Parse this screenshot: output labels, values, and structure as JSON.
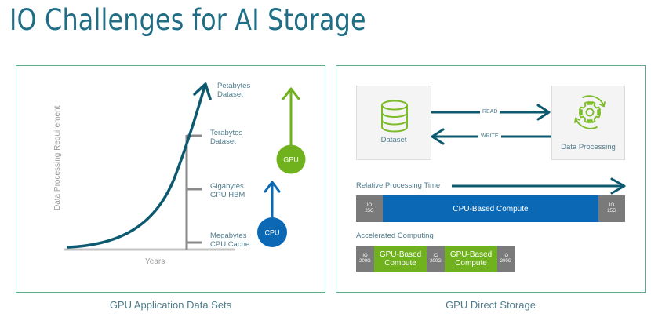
{
  "title": "IO Challenges for AI Storage",
  "colors": {
    "title": "#1f6e86",
    "frame": "#5bac86",
    "curve": "#0d5a70",
    "bracket": "#8a8a8a",
    "gpu_green": "#6fb21d",
    "cpu_blue": "#0a68b4",
    "io_gray": "#7a7a7a"
  },
  "left_panel": {
    "caption": "GPU Application Data Sets",
    "y_axis_label": "Data Processing Requirement",
    "x_axis_label": "Years",
    "levels": [
      {
        "line1": "Petabytes",
        "line2": "Dataset"
      },
      {
        "line1": "Terabytes",
        "line2": "Dataset"
      },
      {
        "line1": "Gigabytes",
        "line2": "GPU HBM"
      },
      {
        "line1": "Megabytes",
        "line2": "CPU Cache"
      }
    ],
    "gpu_badge": "GPU",
    "cpu_badge": "CPU"
  },
  "right_panel": {
    "caption": "GPU Direct Storage",
    "dataset_label": "Dataset",
    "processing_label": "Data Processing",
    "read_label": "READ",
    "write_label": "WRITE",
    "relative_time_label": "Relative Processing Time",
    "cpu_bar": {
      "io_left": {
        "line1": "IO",
        "line2": "25G"
      },
      "compute": "CPU-Based Compute",
      "io_right": {
        "line1": "IO",
        "line2": "25G"
      }
    },
    "accelerated_label": "Accelerated Computing",
    "gpu_bar": {
      "segments": [
        {
          "type": "io",
          "line1": "IO",
          "line2": "200G"
        },
        {
          "type": "gpu",
          "line1": "GPU-Based",
          "line2": "Compute"
        },
        {
          "type": "io",
          "line1": "IO",
          "line2": "200G"
        },
        {
          "type": "gpu",
          "line1": "GPU-Based",
          "line2": "Compute"
        },
        {
          "type": "io",
          "line1": "IO",
          "line2": "200G"
        }
      ]
    }
  }
}
